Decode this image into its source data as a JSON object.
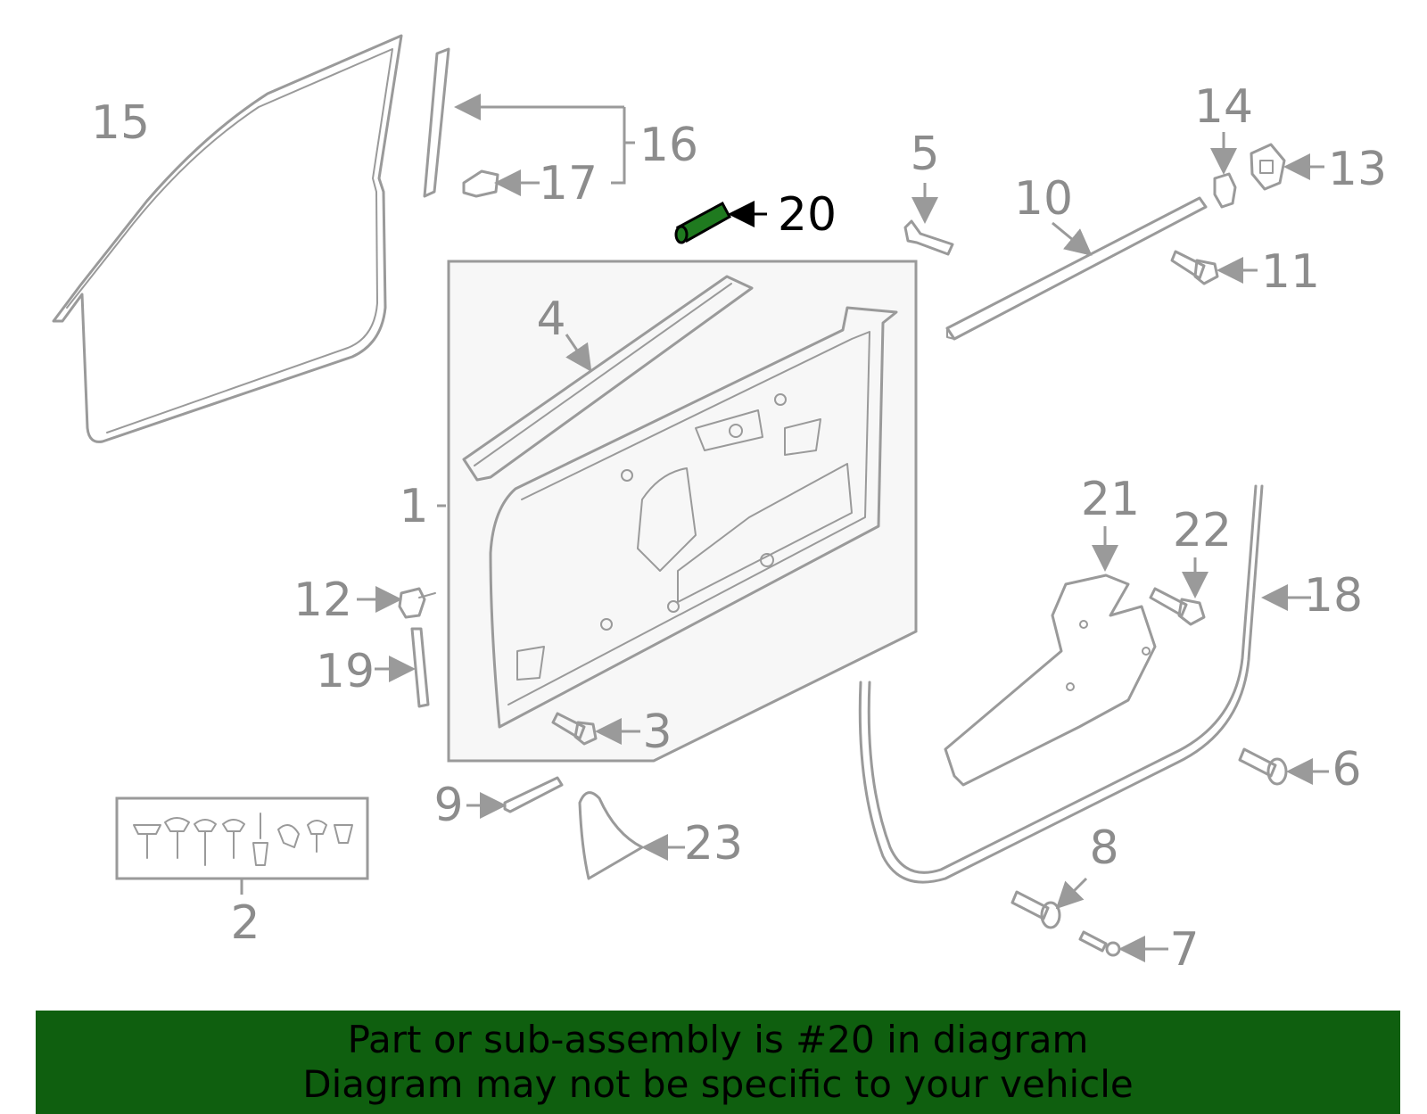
{
  "diagram": {
    "highlight_color": "#1f7a1f",
    "line_color": "#9a9a9a",
    "callouts": [
      {
        "id": "c1",
        "label": "1"
      },
      {
        "id": "c2",
        "label": "2"
      },
      {
        "id": "c3",
        "label": "3"
      },
      {
        "id": "c4",
        "label": "4"
      },
      {
        "id": "c5",
        "label": "5"
      },
      {
        "id": "c6",
        "label": "6"
      },
      {
        "id": "c7",
        "label": "7"
      },
      {
        "id": "c8",
        "label": "8"
      },
      {
        "id": "c9",
        "label": "9"
      },
      {
        "id": "c10",
        "label": "10"
      },
      {
        "id": "c11",
        "label": "11"
      },
      {
        "id": "c12",
        "label": "12"
      },
      {
        "id": "c13",
        "label": "13"
      },
      {
        "id": "c14",
        "label": "14"
      },
      {
        "id": "c15",
        "label": "15"
      },
      {
        "id": "c16",
        "label": "16"
      },
      {
        "id": "c17",
        "label": "17"
      },
      {
        "id": "c18",
        "label": "18"
      },
      {
        "id": "c19",
        "label": "19"
      },
      {
        "id": "c20",
        "label": "20",
        "highlighted": true
      },
      {
        "id": "c21",
        "label": "21"
      },
      {
        "id": "c22",
        "label": "22"
      },
      {
        "id": "c23",
        "label": "23"
      }
    ]
  },
  "banner": {
    "line1": "Part or sub-assembly is #20 in diagram",
    "line2": "Diagram may not be specific to your vehicle",
    "background": "#0f5f0f"
  }
}
